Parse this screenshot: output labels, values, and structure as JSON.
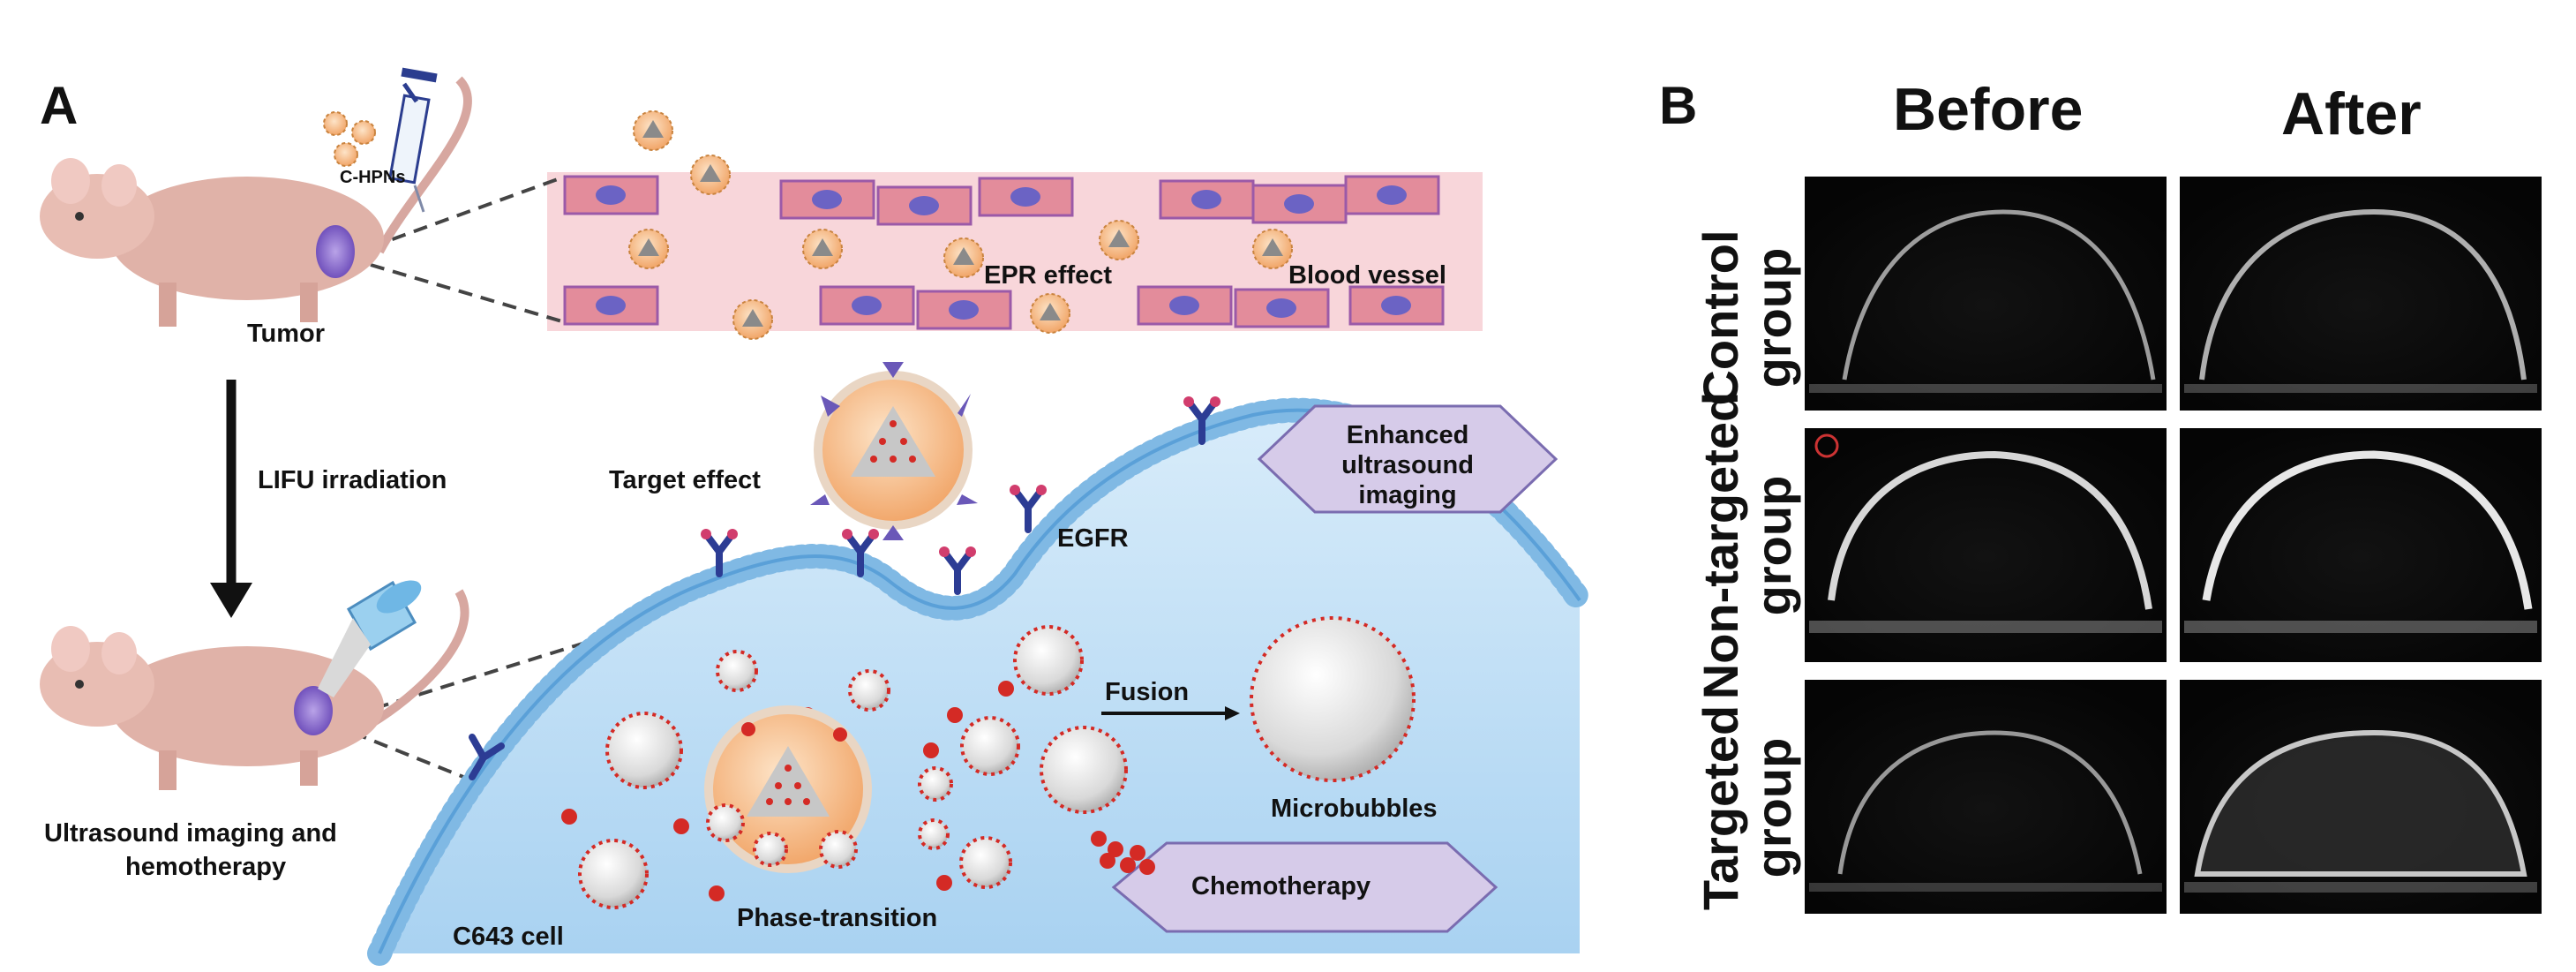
{
  "panel_a": {
    "letter": "A",
    "injection_label": "C-HPNs",
    "tumor_label": "Tumor",
    "epr_label": "EPR effect",
    "vessel_label": "Blood vessel",
    "lifu_label": "LIFU irradiation",
    "target_effect_label": "Target effect",
    "egfr_label": "EGFR",
    "enhanced_line1": "Enhanced",
    "enhanced_line2": "ultrasound",
    "enhanced_line3": "imaging",
    "fusion_label": "Fusion",
    "microbubbles_label": "Microbubbles",
    "outcome_line1": "Ultrasound imaging and",
    "outcome_line2": "hemotherapy",
    "phase_label": "Phase-transition",
    "chemo_label": "Chemotherapy",
    "cell_label": "C643 cell",
    "colors": {
      "vessel_band": "#f6cfd3",
      "vessel_cell": "#e48a98",
      "cell_interior": "#bcdcf3",
      "membrane": "#7fb8e6",
      "badge_fill": "#d4c8e8",
      "particle": "#f4b27a",
      "dot_red": "#d42a25"
    }
  },
  "panel_b": {
    "letter": "B",
    "columns": [
      "Before",
      "After"
    ],
    "rows": [
      {
        "line1": "Control",
        "line2": "group"
      },
      {
        "line1": "Non-targeted",
        "line2": "group"
      },
      {
        "line1": "Targeted",
        "line2": "group"
      }
    ]
  }
}
